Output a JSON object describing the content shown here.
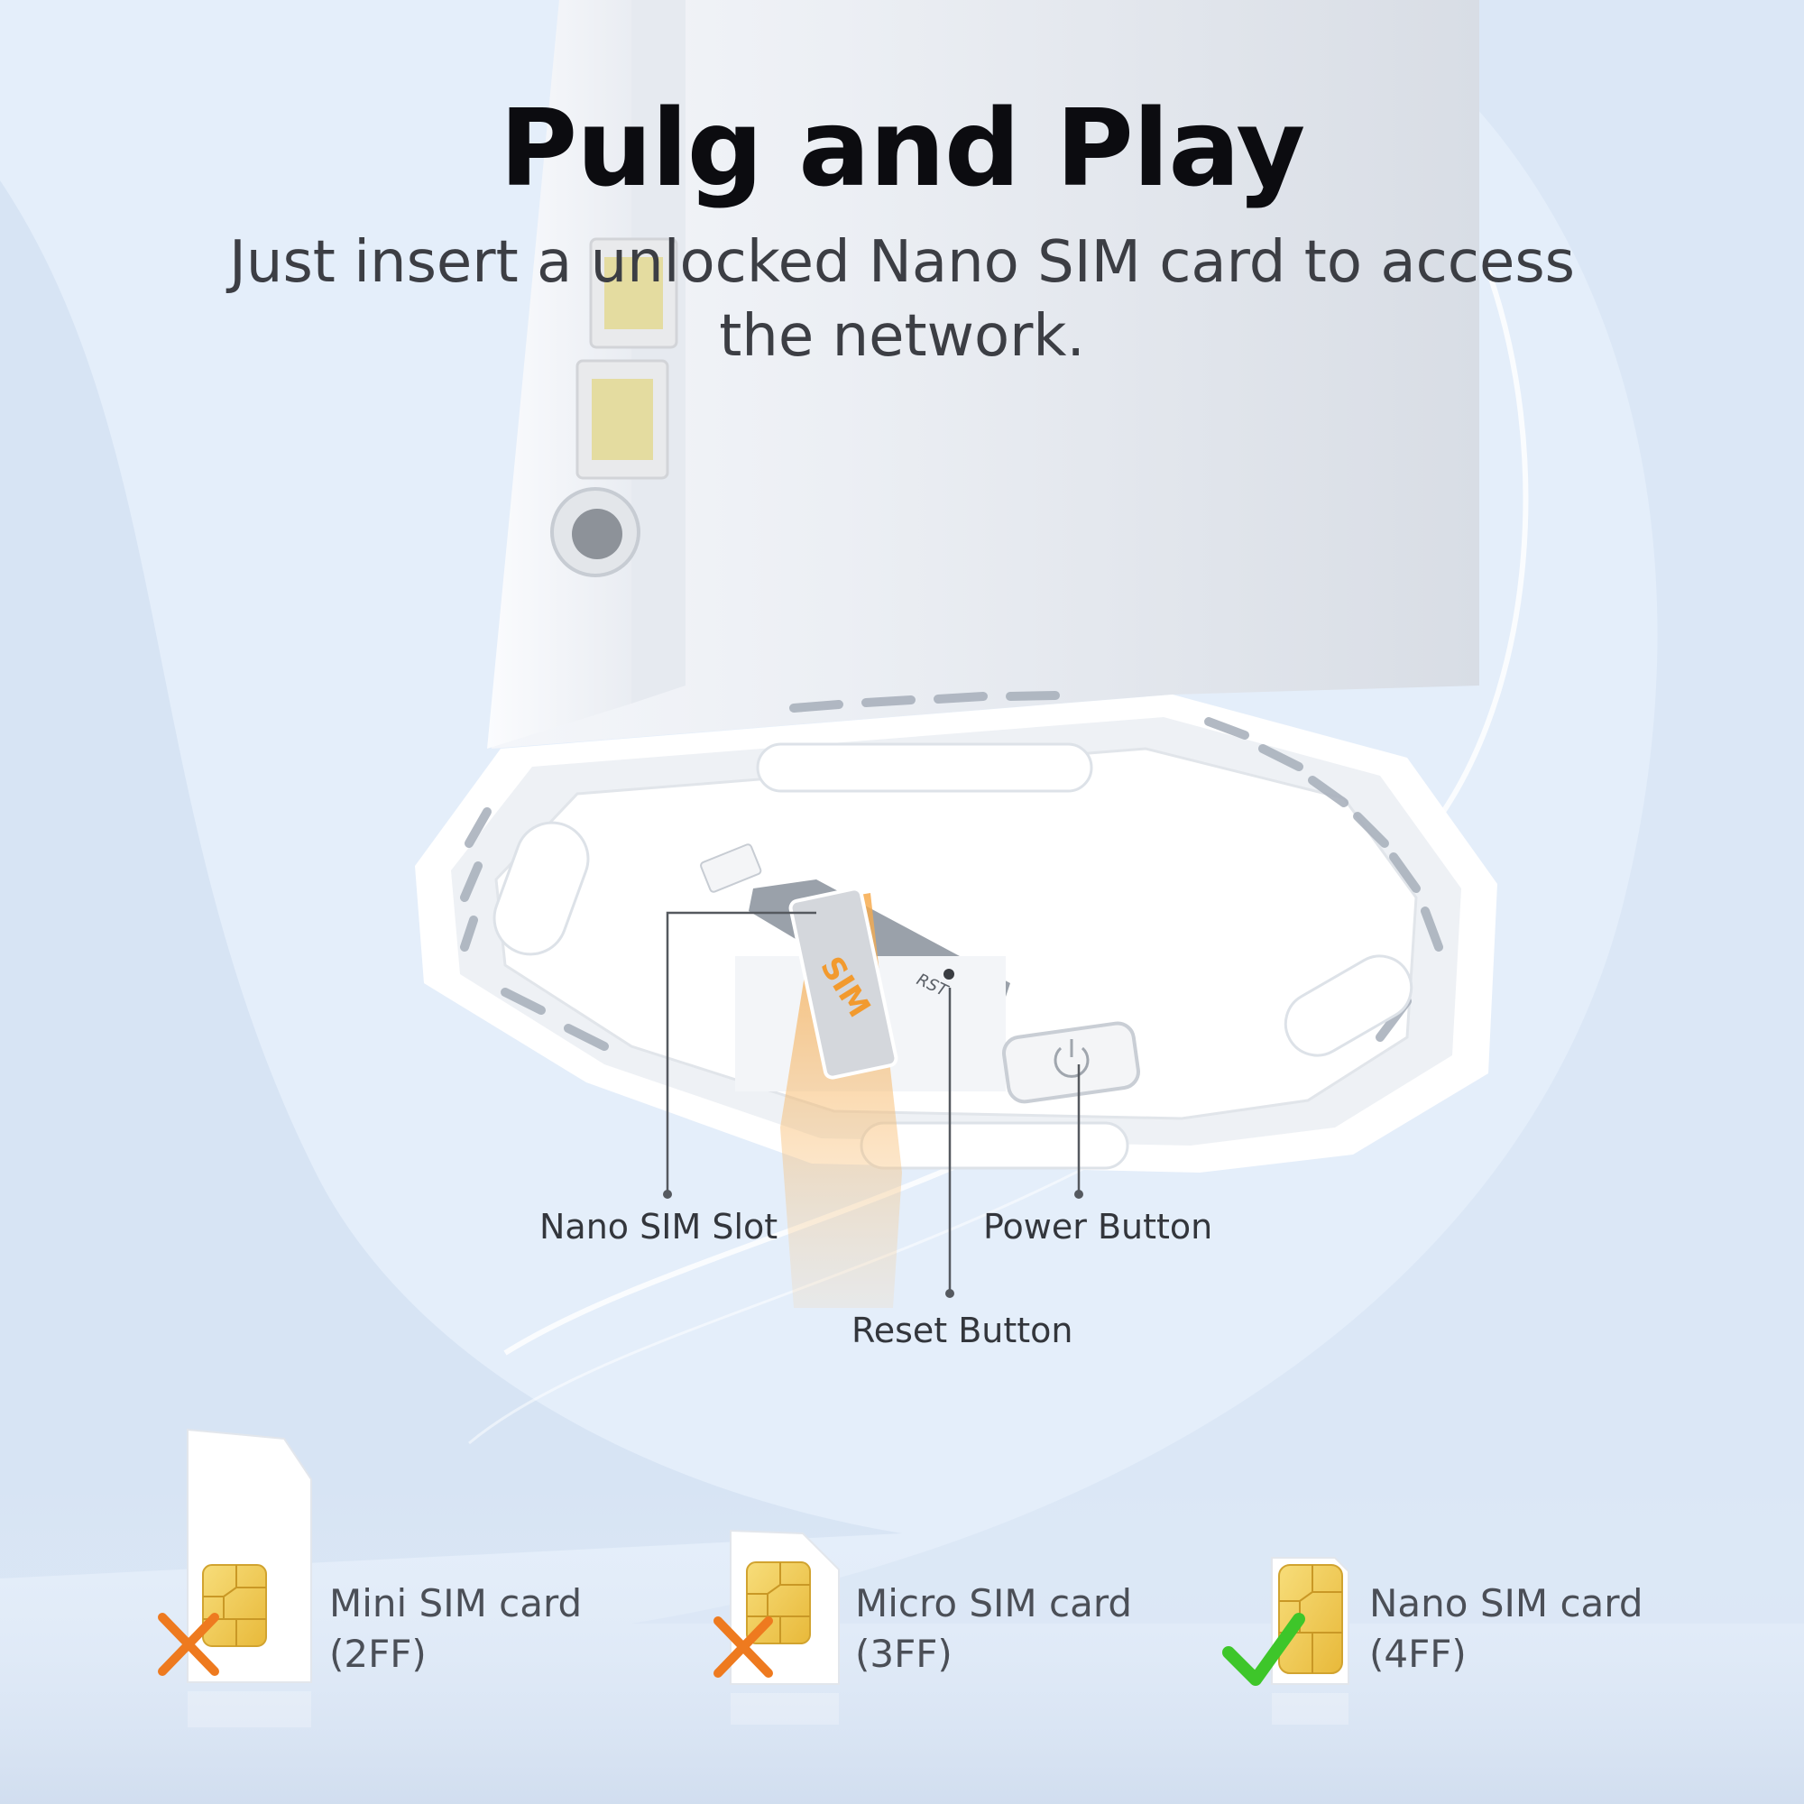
{
  "header": {
    "title": "Pulg and Play",
    "subtitle": "Just insert a unlocked Nano SIM card to access the network."
  },
  "callouts": {
    "nano_sim_slot": "Nano SIM Slot",
    "power_button": "Power Button",
    "reset_button": "Reset Button"
  },
  "device_markings": {
    "sim_card_text": "SIM",
    "reset_hole_text": "RST"
  },
  "sim_cards": [
    {
      "name": "Mini SIM card",
      "size": "(2FF)",
      "supported": false,
      "status_icon": "cross-icon"
    },
    {
      "name": "Micro SIM card",
      "size": "(3FF)",
      "supported": false,
      "status_icon": "cross-icon"
    },
    {
      "name": "Nano SIM card",
      "size": "(4FF)",
      "supported": true,
      "status_icon": "check-icon"
    }
  ],
  "colors": {
    "cross": "#ee7a1f",
    "check": "#3ec62a",
    "chip_gold": "#f1cd55",
    "sim_orange": "#f29a2e"
  }
}
